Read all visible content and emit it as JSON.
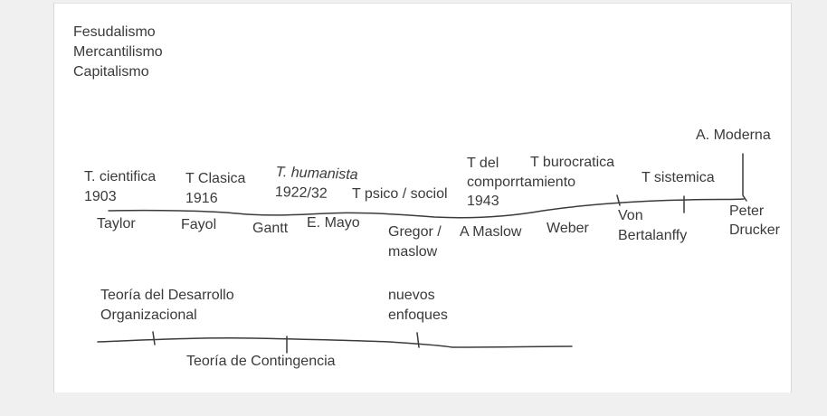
{
  "notes": {
    "systems": [
      "Fesudalismo",
      "Mercantilismo",
      "Capitalismo"
    ],
    "moderna": "A. Moderna",
    "t_cientifica": [
      "T. cientifica",
      "1903"
    ],
    "t_clasica": [
      "T Clasica",
      "1916"
    ],
    "t_humanista": [
      "T. humanista",
      "1922/32"
    ],
    "t_psico": "T psico / sociol",
    "t_comport": [
      "T del",
      "comporrtamiento",
      "1943"
    ],
    "t_burocratica": "T burocratica",
    "t_sistemica": "T sistemica",
    "taylor": "Taylor",
    "fayol": "Fayol",
    "gantt": "Gantt",
    "mayo": "E. Mayo",
    "gregor": [
      "Gregor /",
      "maslow"
    ],
    "a_maslow": "A Maslow",
    "weber": "Weber",
    "bertalanffy": [
      "Von",
      "Bertalanffy"
    ],
    "drucker": [
      "Peter",
      "Drucker"
    ],
    "desarrollo": [
      "Teoría del Desarrollo",
      "Organizacional"
    ],
    "nuevos": [
      "nuevos",
      "enfoques"
    ],
    "contingencia": "Teoría de Contingencia"
  },
  "colors": {
    "ink": "#3b3b3b",
    "board": "#ffffff",
    "backdrop": "#f0f0f0"
  }
}
